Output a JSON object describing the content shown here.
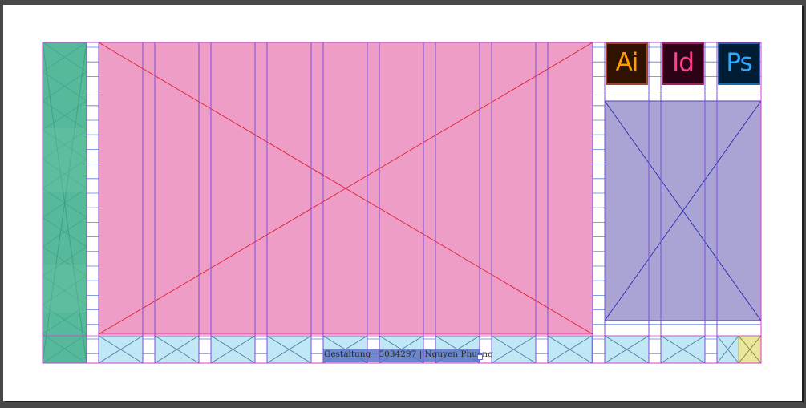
{
  "colors": {
    "canvas": "#484848",
    "paper": "#ffffff",
    "margin_guide": "#d33bd3",
    "column_guide": "#7a4fe0",
    "baseline_grid": "#5b7de0",
    "green_frame": "#56b99c",
    "pink_frame": "#ed9dc6",
    "lavender_frame": "#a9a4d3",
    "cyan_frame": "#c1e6f5",
    "yellow_frame": "#eae79c",
    "caption_frame": "#5b74c6"
  },
  "app_icons": [
    {
      "name": "illustrator",
      "label": "Ai",
      "icon": "adobe-illustrator-icon",
      "bg": "#2f1200",
      "fg": "#ff9a00",
      "border": "#a0452a"
    },
    {
      "name": "indesign",
      "label": "Id",
      "icon": "adobe-indesign-icon",
      "bg": "#2c0316",
      "fg": "#ff3f8e",
      "border": "#9b2459"
    },
    {
      "name": "photoshop",
      "label": "Ps",
      "icon": "adobe-photoshop-icon",
      "bg": "#001d33",
      "fg": "#31a8ff",
      "border": "#1f6aa8"
    }
  ],
  "caption": {
    "text": "Gestaltung  |  5034297  |  Nguyen  Phuong"
  }
}
